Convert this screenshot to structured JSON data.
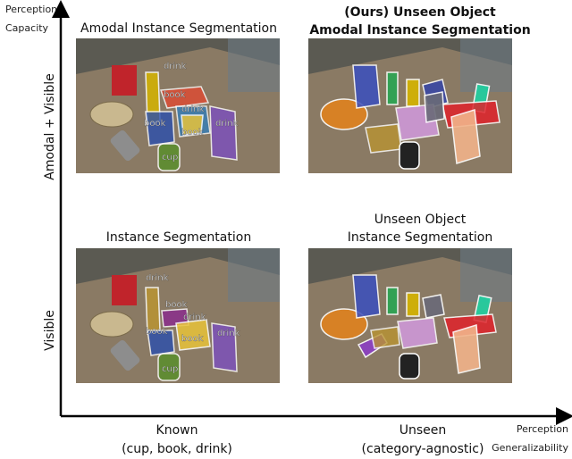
{
  "axes": {
    "y_note_line1": "Perception",
    "y_note_line2": "Capacity",
    "x_note_line1": "Perception",
    "x_note_line2": "Generalizability",
    "y_label_top": "Amodal + Visible",
    "y_label_bottom": "Visible",
    "x_label_left_line1": "Known",
    "x_label_left_line2": "(cup, book, drink)",
    "x_label_right_line1": "Unseen",
    "x_label_right_line2": "(category-agnostic)"
  },
  "panels": {
    "top_left": {
      "title": "Amodal Instance Segmentation"
    },
    "top_right": {
      "title_line1": "(Ours) Unseen Object",
      "title_line2": "Amodal Instance Segmentation"
    },
    "bottom_left": {
      "title": "Instance Segmentation"
    },
    "bottom_right": {
      "title_line1": "Unseen Object",
      "title_line2": "Instance Segmentation"
    }
  },
  "mask_labels": {
    "drink": "drink",
    "book": "book",
    "cup": "cup"
  },
  "colors": {
    "axis": "#000000",
    "table": "#8a7a64",
    "background_scene": "#5b5a52"
  }
}
